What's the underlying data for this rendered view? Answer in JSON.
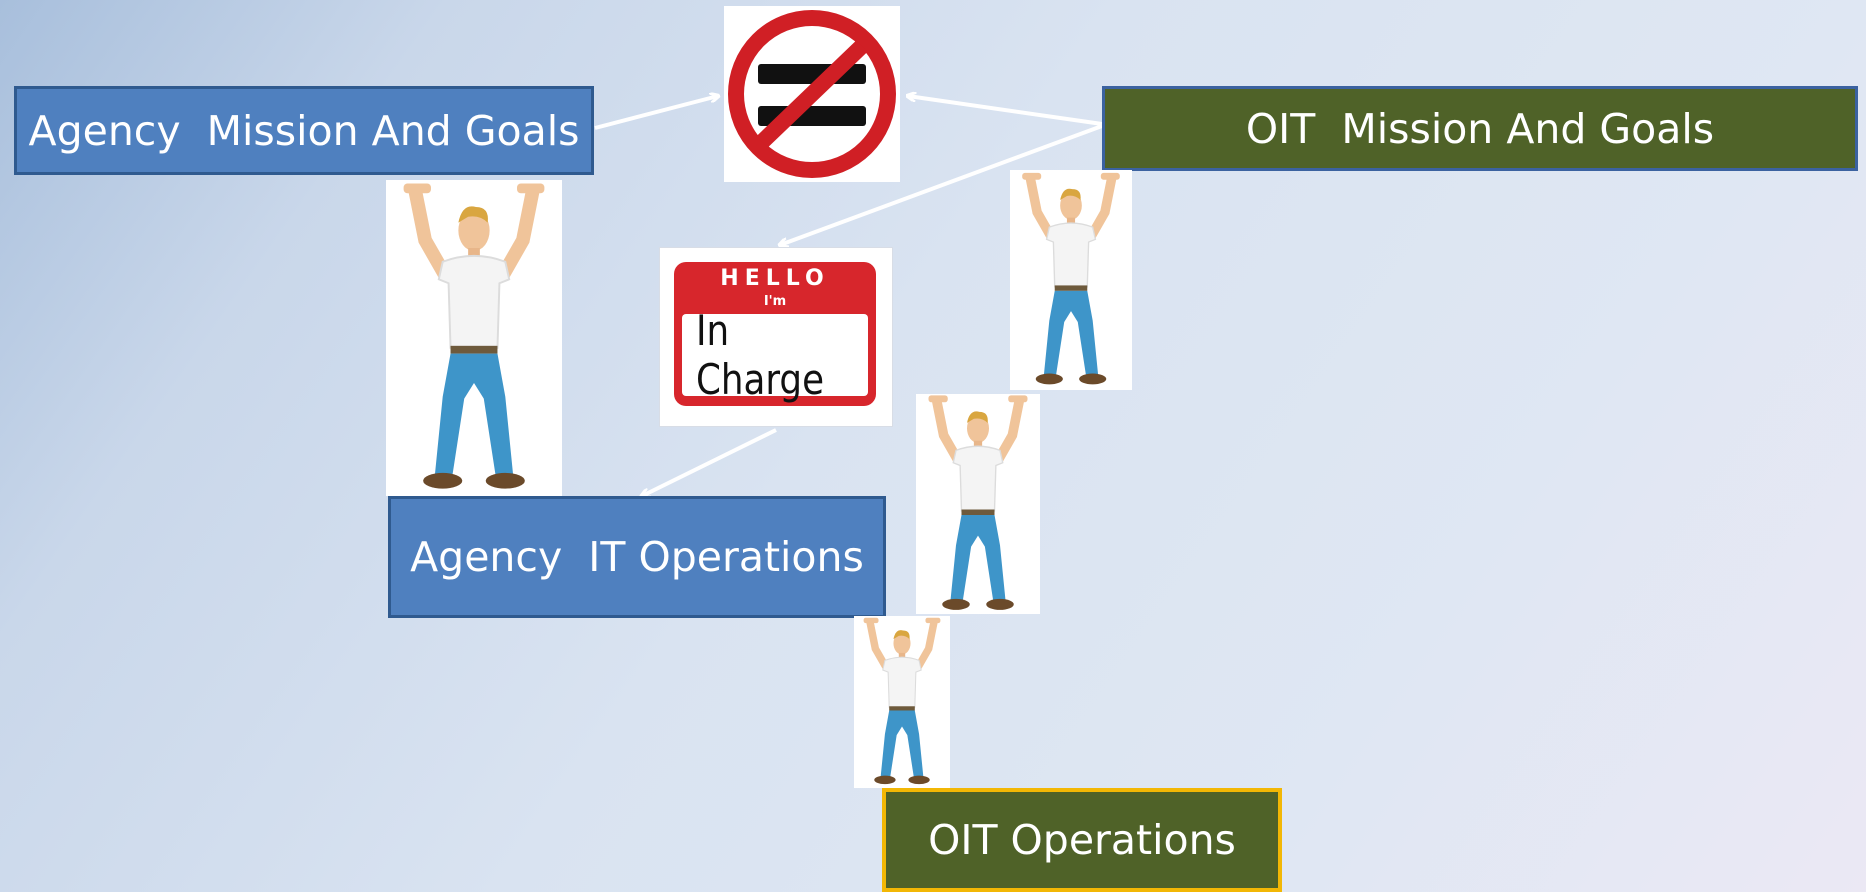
{
  "boxes": {
    "agency_mission": "Agency  Mission And Goals",
    "oit_mission": "OIT  Mission And Goals",
    "agency_it_ops": "Agency  IT Operations",
    "oit_ops": "OIT Operations"
  },
  "name_tag": {
    "hello": "HELLO",
    "im": "I'm",
    "name": "In Charge"
  },
  "icons": {
    "not_equal": "not-equal-sign-icon",
    "figure": "man-holding-up-icon"
  },
  "colors": {
    "blue_box": "#4f80bf",
    "green_box": "#4f6228",
    "gold_border": "#f2b705",
    "tag_red": "#d7262c"
  }
}
